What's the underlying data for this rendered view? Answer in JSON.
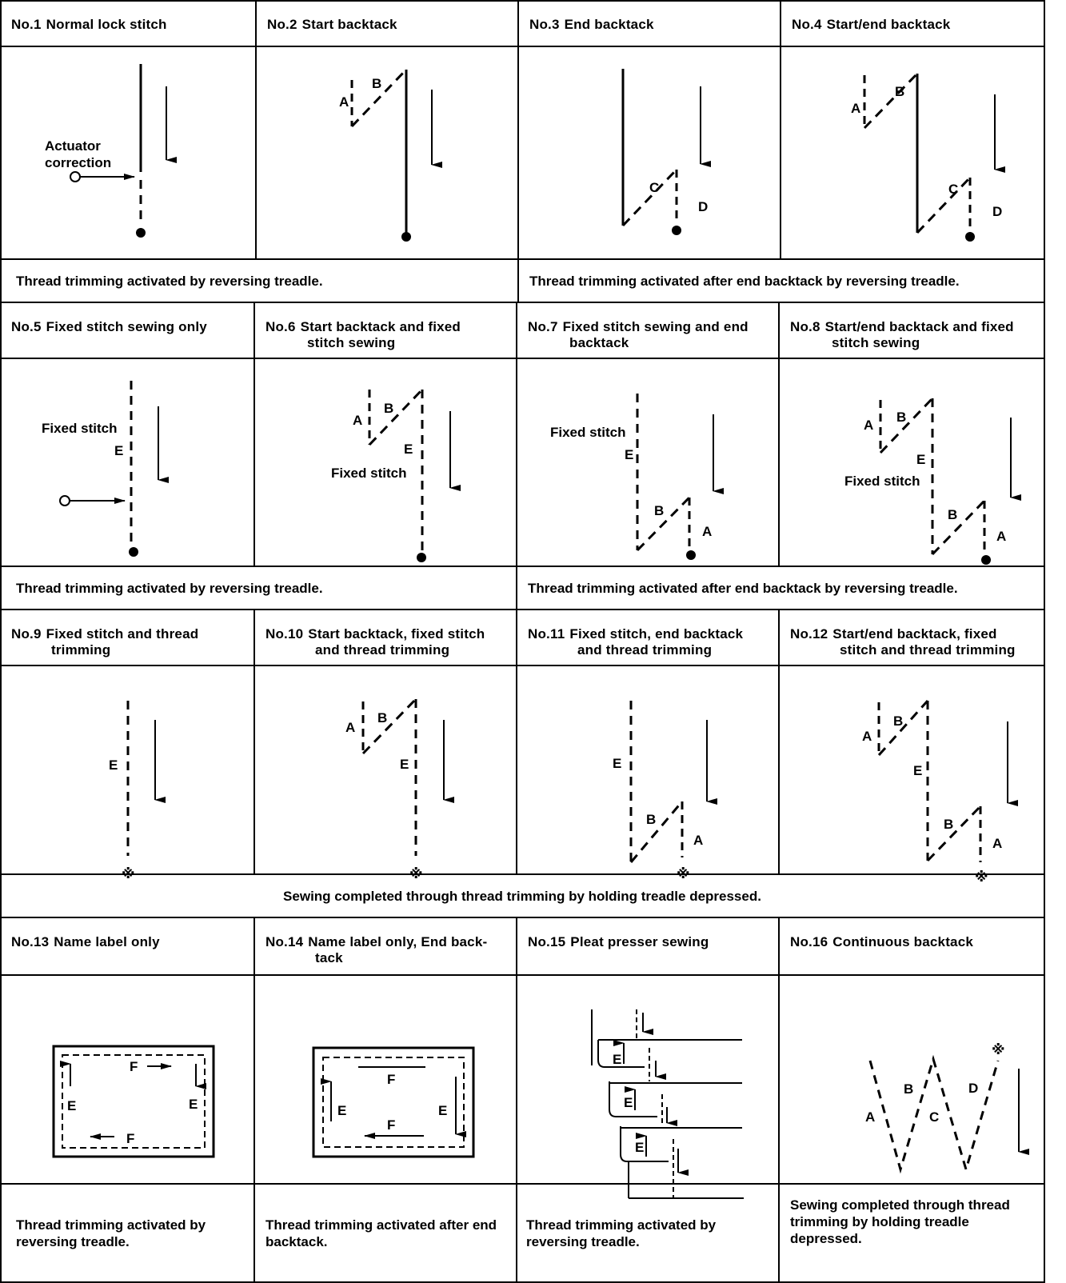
{
  "rows": [
    {
      "headers": [
        {
          "num": "No.1",
          "title": "Normal lock stitch"
        },
        {
          "num": "No.2",
          "title": "Start backtack"
        },
        {
          "num": "No.3",
          "title": "End backtack"
        },
        {
          "num": "No.4",
          "title": "Start/end backtack"
        }
      ],
      "captions": [
        "Thread trimming activated by reversing treadle.",
        "Thread trimming activated after end backtack by reversing treadle."
      ]
    },
    {
      "headers": [
        {
          "num": "No.5",
          "title": "Fixed stitch sewing only"
        },
        {
          "num": "No.6",
          "title": "Start backtack and fixed",
          "title2": "stitch sewing"
        },
        {
          "num": "No.7",
          "title": "Fixed stitch sewing and end",
          "title2": "backtack"
        },
        {
          "num": "No.8",
          "title": "Start/end backtack and fixed",
          "title2": "stitch sewing"
        }
      ],
      "captions": [
        "Thread trimming activated by reversing treadle.",
        "Thread trimming activated after end backtack by reversing treadle."
      ]
    },
    {
      "headers": [
        {
          "num": "No.9",
          "title": "Fixed stitch and thread",
          "title2": "trimming"
        },
        {
          "num": "No.10",
          "title": "Start backtack, fixed stitch",
          "title2": "and thread trimming"
        },
        {
          "num": "No.11",
          "title": "Fixed stitch, end backtack",
          "title2": "and thread trimming"
        },
        {
          "num": "No.12",
          "title": "Start/end backtack, fixed",
          "title2": "stitch and thread trimming"
        }
      ],
      "captions": [
        "Sewing completed through thread trimming by holding treadle depressed."
      ]
    },
    {
      "headers": [
        {
          "num": "No.13",
          "title": "Name label only"
        },
        {
          "num": "No.14",
          "title": "Name label only, End back-",
          "title2": "tack"
        },
        {
          "num": "No.15",
          "title": "Pleat presser sewing"
        },
        {
          "num": "No.16",
          "title": "Continuous backtack"
        }
      ],
      "captions": [
        "Thread trimming activated by reversing treadle.",
        "Thread trimming activated after end backtack.",
        "Thread trimming activated by reversing treadle.",
        "Sewing completed through thread trimming by holding treadle depressed."
      ]
    }
  ],
  "labels": {
    "actuator": "Actuator",
    "correction": "correction",
    "fixed_stitch": "Fixed stitch",
    "a": "A",
    "b": "B",
    "c": "C",
    "d": "D",
    "e": "E",
    "f": "F",
    "trim_mark": "※"
  }
}
